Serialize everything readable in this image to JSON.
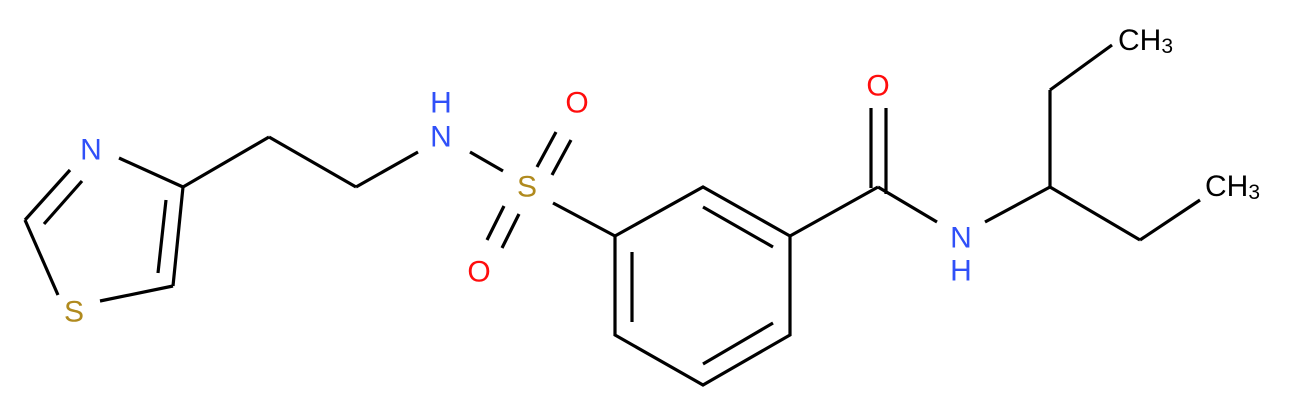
{
  "molecule": {
    "atoms": {
      "thiazole_n": "N",
      "thiazole_s": "S",
      "sulfonamide_n": "N",
      "sulfonamide_h": "H",
      "sulfonyl_s": "S",
      "sulfonyl_o_top": "O",
      "sulfonyl_o_bottom": "O",
      "carbonyl_o": "O",
      "amide_n": "N",
      "amide_h": "H",
      "methyl_top": "CH",
      "methyl_top_sub": "3",
      "methyl_right": "CH",
      "methyl_right_sub": "3"
    },
    "colors": {
      "bond": "#000000",
      "nitrogen": "#3050F8",
      "oxygen": "#FF0D0D",
      "sulfur": "#B08A1E",
      "carbon": "#000000"
    }
  }
}
